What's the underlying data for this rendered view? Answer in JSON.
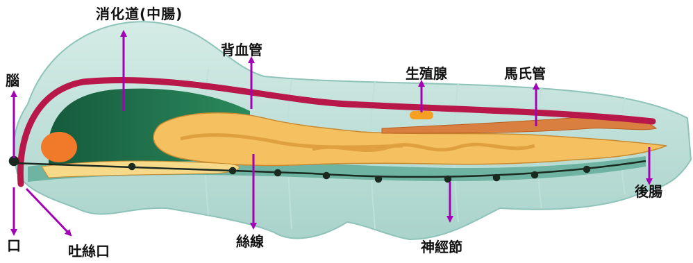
{
  "labels": {
    "title": "消化道(中腸)",
    "dorsal_vessel": "背血管",
    "gonad": "生殖腺",
    "malpighian_tubule": "馬氏管",
    "brain": "腦",
    "hindgut": "後腸",
    "mouth": "口",
    "spinneret": "吐絲口",
    "silk_gland": "絲線",
    "nerve_ganglion": "神經節"
  },
  "colors": {
    "arrow": "#a300b5",
    "body_outline": "#9fd1c8",
    "dorsal_vessel": "#b8174a",
    "midgut": "#1f6f4c",
    "silk_gland": "#f4c060",
    "nerve": "#1a2a20"
  }
}
